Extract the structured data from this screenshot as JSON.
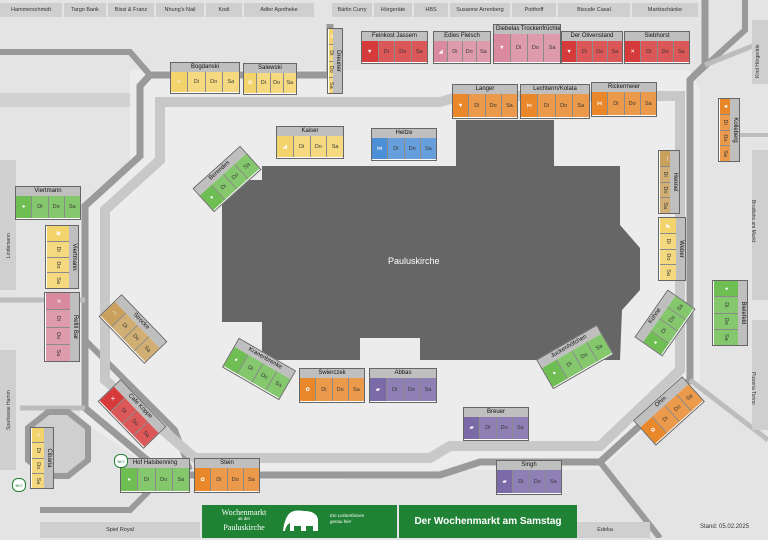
{
  "colors": {
    "orange": "#e8882b",
    "yellow": "#f3d36b",
    "green": "#6fbe54",
    "lightgreen": "#a5d49a",
    "pink": "#d98a9e",
    "red": "#d63a3a",
    "blue": "#4d8fd6",
    "purple": "#7b6aa8",
    "lightgray": "#dedede",
    "darkgray": "#555555",
    "footer": "#208234"
  },
  "church": {
    "label": "Pauluskirche"
  },
  "buildings_top": [
    "Hammerschmidt",
    "Targo Bank",
    "Bissi & Franz",
    "Nhung's Nail",
    "Kodi",
    "Adler Apotheke",
    "Bärlin Curry",
    "Hörgeräte",
    "HBS",
    "Susanne Arrenberg",
    "Potthoff",
    "Biscafe Casal",
    "Marktschänke"
  ],
  "buildings_side": {
    "kind_hoergeraete": "Kind Hörgeräte",
    "brodtahs": "Brodtahs am Markt",
    "pizzeria": "Pizzeria Torino",
    "lindemann": "Lindemann",
    "sparkasse": "Sparkasse Hamm",
    "spiel_royal": "Spiel Royal",
    "edeka": "Edeka"
  },
  "footer": {
    "logo_line1": "Wochenmarkt",
    "logo_line2": "an der",
    "logo_line3": "Pauluskirche",
    "tag_line1": "Ein Leckerbissen",
    "tag_line2": "genau hier",
    "title": "Der Wochenmarkt am Samstag",
    "stand_date": "Stand: 05.02.2025"
  },
  "days": {
    "di": "Di",
    "do": "Do",
    "sa": "Sa"
  },
  "stands": [
    {
      "id": "bogdanski",
      "name": "Bogdanski",
      "icon": "pretzel-icon",
      "color": "#f3d36b"
    },
    {
      "id": "salewski",
      "name": "Salewski",
      "icon": "flower-icon",
      "color": "#f3d36b"
    },
    {
      "id": "dreuner",
      "name": "Dreuner",
      "icon": "pretzel-icon",
      "color": "#f3d36b"
    },
    {
      "id": "feinkost-jassem",
      "name": "Feinkost Jassem",
      "icon": "carrot-icon",
      "color": "#d63a3a"
    },
    {
      "id": "edles-fleisch",
      "name": "Edles Fleisch",
      "icon": "cheese-icon",
      "color": "#d98a9e"
    },
    {
      "id": "diebelas",
      "name": "Diebelas Trockenfrüchte",
      "icon": "carrot-icon",
      "color": "#d98a9e"
    },
    {
      "id": "der-olivenstand",
      "name": "Der Olivenstand",
      "icon": "carrot-icon",
      "color": "#d63a3a"
    },
    {
      "id": "siebhorst",
      "name": "Siebhorst",
      "icon": "cutlery-icon",
      "color": "#d63a3a"
    },
    {
      "id": "langer",
      "name": "Langer",
      "icon": "carrot-icon",
      "color": "#e8882b"
    },
    {
      "id": "lechterm-kolata",
      "name": "Lechterm/Kolata",
      "icon": "fish-icon",
      "color": "#e8882b"
    },
    {
      "id": "rickermeier",
      "name": "Rickermeier",
      "icon": "fish-icon",
      "color": "#e8882b"
    },
    {
      "id": "kolleberg",
      "name": "Kolleberg",
      "icon": "carrot-icon",
      "color": "#e8882b"
    },
    {
      "id": "kaiser",
      "name": "Kaiser",
      "icon": "cheese-icon",
      "color": "#f3d36b"
    },
    {
      "id": "heitze",
      "name": "Heitze",
      "icon": "fish-icon",
      "color": "#4d8fd6"
    },
    {
      "id": "berendes",
      "name": "Berendes",
      "icon": "apple-icon",
      "color": "#6fbe54"
    },
    {
      "id": "viertmann",
      "name": "Viertmann",
      "icon": "apple-icon",
      "color": "#6fbe54"
    },
    {
      "id": "viertmann2",
      "name": "Viertmann",
      "icon": "egg-icon",
      "color": "#f3d36b"
    },
    {
      "id": "refill-bar",
      "name": "Refill Bar",
      "icon": "cutlery-icon",
      "color": "#d98a9e"
    },
    {
      "id": "strocke",
      "name": "Strocke",
      "icon": "sausage-icon",
      "color": "#c9a15c"
    },
    {
      "id": "cafe-koeppe",
      "name": "Cafe Köppe",
      "icon": "cutlery-icon",
      "color": "#d63a3a"
    },
    {
      "id": "cibaria",
      "name": "Cibaria",
      "icon": "pretzel-icon",
      "color": "#f3d36b"
    },
    {
      "id": "hof-halsbenning",
      "name": "Hof Halsbenning",
      "icon": "apple-icon",
      "color": "#6fbe54"
    },
    {
      "id": "stein",
      "name": "Stein",
      "icon": "flower-icon",
      "color": "#e8882b"
    },
    {
      "id": "kranenbrenke",
      "name": "Kranenbrenke",
      "icon": "apple-icon",
      "color": "#6fbe54"
    },
    {
      "id": "swierczek",
      "name": "Swierczek",
      "icon": "flower-icon",
      "color": "#e8882b"
    },
    {
      "id": "abbas",
      "name": "Abbas",
      "icon": "shirt-icon",
      "color": "#7b6aa8"
    },
    {
      "id": "breuer",
      "name": "Breuer",
      "icon": "shirt-icon",
      "color": "#7b6aa8"
    },
    {
      "id": "singh",
      "name": "Singh",
      "icon": "shirt-icon",
      "color": "#7b6aa8"
    },
    {
      "id": "hennel",
      "name": "Hennel",
      "icon": "sausage-icon",
      "color": "#c9a15c"
    },
    {
      "id": "weber",
      "name": "Weber",
      "icon": "cheese-icon",
      "color": "#f3d36b"
    },
    {
      "id": "bielefeld",
      "name": "Bielefeld",
      "icon": "apple-icon",
      "color": "#6fbe54"
    },
    {
      "id": "kuhne",
      "name": "Kühne",
      "icon": "apple-icon",
      "color": "#6fbe54"
    },
    {
      "id": "juckenhoefchen",
      "name": "Juckenhöfchen",
      "icon": "apple-icon",
      "color": "#6fbe54"
    },
    {
      "id": "ohm",
      "name": "Ohm",
      "icon": "flower-icon",
      "color": "#e8882b"
    }
  ],
  "bio": {
    "label": "BIO"
  }
}
